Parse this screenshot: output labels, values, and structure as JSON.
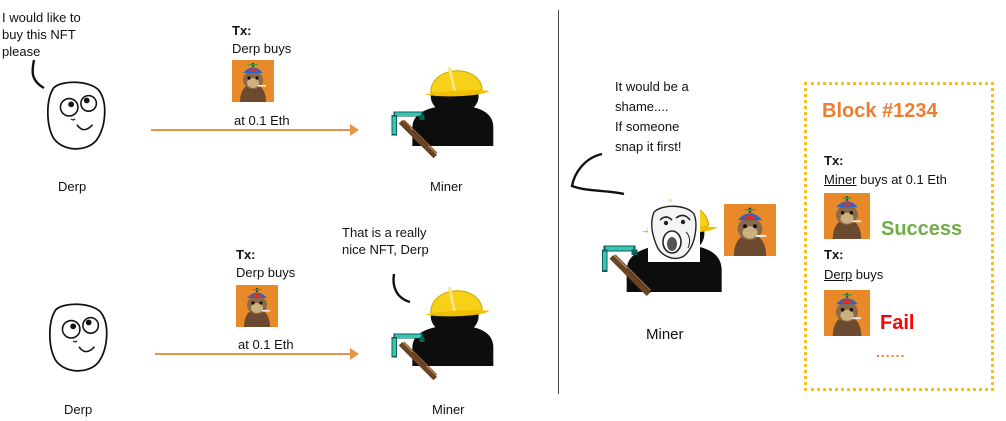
{
  "scene1": {
    "speech": [
      "I would like to",
      "buy this NFT",
      "please"
    ],
    "tx_label": "Tx:",
    "tx_text": "Derp buys",
    "tx_price": "at 0.1 Eth",
    "derp_label": "Derp",
    "miner_label": "Miner"
  },
  "scene2": {
    "tx_label": "Tx:",
    "tx_text": "Derp buys",
    "tx_price": "at 0.1 Eth",
    "miner_speech": [
      "That is a really",
      "nice NFT, Derp"
    ],
    "derp_label": "Derp",
    "miner_label": "Miner"
  },
  "scene3": {
    "miner_speech": [
      "It would be a",
      "shame....",
      "If someone",
      "snap it first!"
    ],
    "miner_label": "Miner"
  },
  "block": {
    "title": "Block #1234",
    "tx1_label": "Tx:",
    "tx1_actor": "Miner",
    "tx1_rest": " buys at 0.1 Eth",
    "tx1_result": "Success",
    "tx2_label": "Tx:",
    "tx2_actor": "Derp",
    "tx2_rest": " buys",
    "tx2_result": "Fail",
    "ellipsis": "......"
  },
  "colors": {
    "arrow": "#e89346",
    "block_title": "#ed7d31",
    "success": "#70ad47",
    "fail": "#ff0000",
    "block_border": "#f2bf24",
    "nft_bg": "#e98a2a"
  },
  "icons": [
    "derp-face-icon",
    "miner-icon",
    "nft-ape-icon",
    "pickaxe-icon",
    "troll-face-icon"
  ]
}
